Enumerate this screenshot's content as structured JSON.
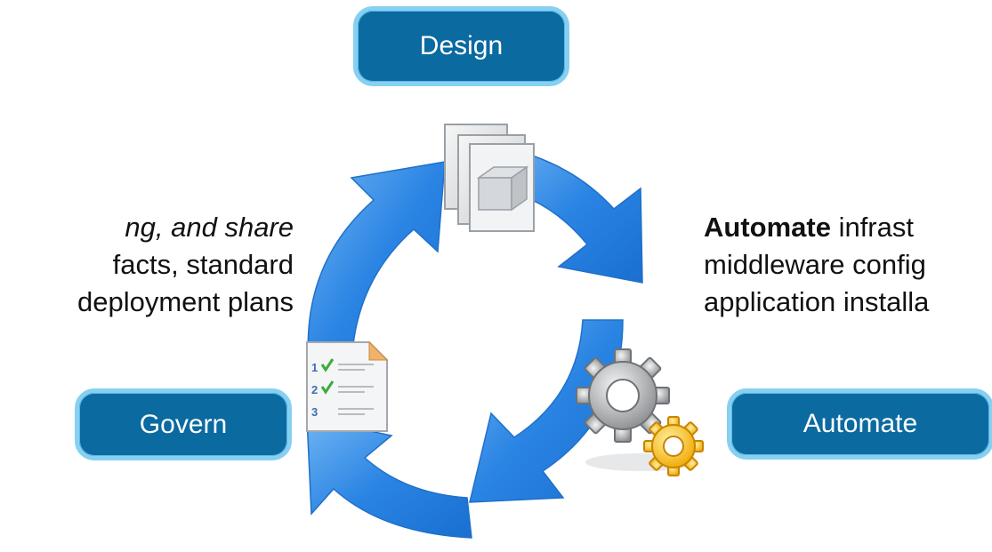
{
  "stages": {
    "design": "Design",
    "govern": "Govern",
    "automate": "Automate"
  },
  "left_text": {
    "line1": "ng, and share",
    "line2": "facts, standard",
    "line3": "deployment plans"
  },
  "right_text": {
    "bold": "Automate",
    "line1_rest": " infrast",
    "line2": "middleware config",
    "line3": "application installa"
  },
  "colors": {
    "pill_fill": "#0b6aa0",
    "pill_border": "#86d0f2",
    "arrow_blue": "#2f86e0"
  },
  "icons": [
    "document-stack-icon",
    "checklist-icon",
    "gears-icon"
  ]
}
